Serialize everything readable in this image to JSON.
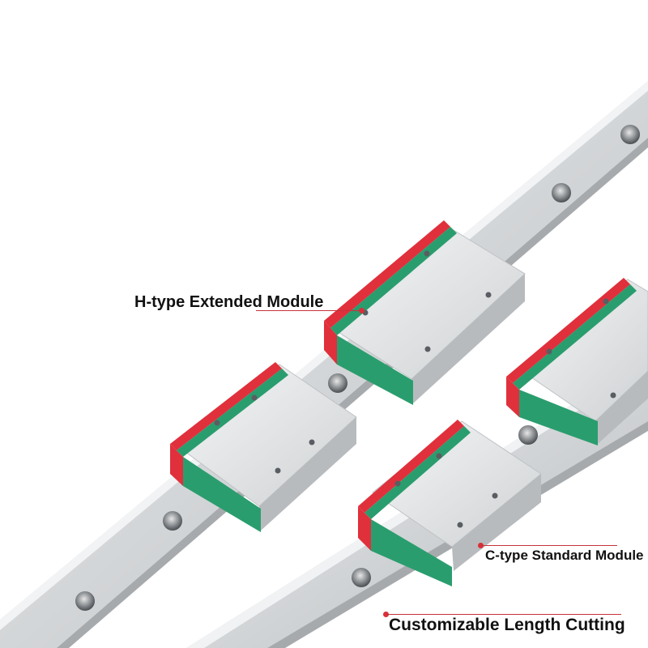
{
  "labels": {
    "h_type": "H-type Extended Module",
    "c_type": "C-type Standard Module",
    "length": "Customizable Length Cutting"
  },
  "colors": {
    "rail": "#d6d8da",
    "rail_shadow": "#a9acae",
    "block": "#e6e8ea",
    "seal_green": "#2a9d6e",
    "seal_red": "#e0303c",
    "callout": "#d8303a"
  }
}
